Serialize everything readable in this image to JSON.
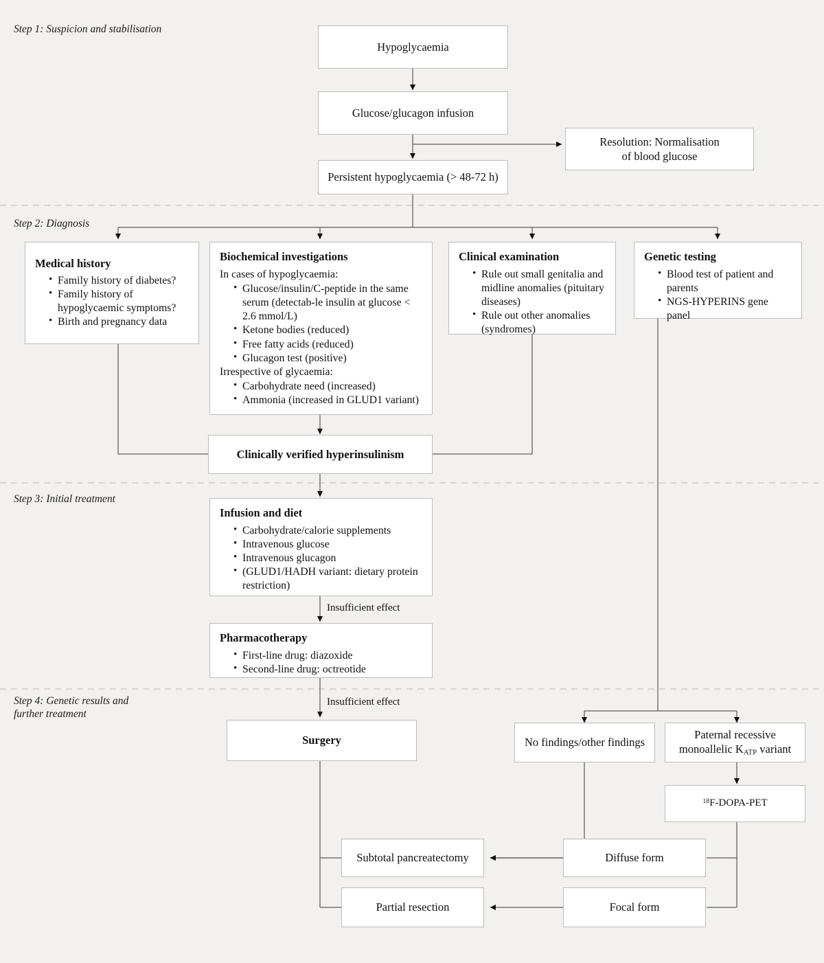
{
  "page": {
    "background": "#f2f1ef",
    "box_fill": "#ffffff",
    "box_border": "#bdbcba",
    "line_color": "#5c5c5c",
    "divider_color": "#cfcecb"
  },
  "steps": [
    {
      "id": "step1",
      "label": "Step 1: Suspicion and stabilisation"
    },
    {
      "id": "step2",
      "label": "Step 2: Diagnosis"
    },
    {
      "id": "step3",
      "label": "Step 3: Initial treatment"
    },
    {
      "id": "step4",
      "label": "Step 4: Genetic results and\nfurther treatment"
    }
  ],
  "nodes": {
    "hypoglycaemia": {
      "text": "Hypoglycaemia"
    },
    "infusion": {
      "text": "Glucose/glucagon infusion"
    },
    "persistent": {
      "text": "Persistent hypoglycaemia (> 48-72 h)"
    },
    "resolution": {
      "text": "Resolution: Normalisation\nof blood glucose"
    },
    "medical_history": {
      "title": "Medical history",
      "bullets": [
        "Family history of diabetes?",
        "Family history of hypoglycaemic symptoms?",
        "Birth and pregnancy data"
      ]
    },
    "biochemical": {
      "title": "Biochemical investigations",
      "lead1": "In cases of hypoglycaemia:",
      "bullets1": [
        "Glucose/insulin/C-peptide in the same serum (detectab-le insulin at glucose < 2.6 mmol/L)",
        "Ketone bodies (reduced)",
        "Free fatty acids (reduced)",
        "Glucagon test (positive)"
      ],
      "lead2": "Irrespective of glycaemia:",
      "bullets2": [
        "Carbohydrate need (increased)",
        "Ammonia (increased in GLUD1 variant)"
      ]
    },
    "clinical_exam": {
      "title": "Clinical examination",
      "bullets": [
        "Rule out small genitalia and midline anomalies (pituitary diseases)",
        "Rule out other anomalies (syndromes)"
      ]
    },
    "genetic_testing": {
      "title": "Genetic testing",
      "bullets": [
        "Blood test of patient and parents",
        "NGS-HYPERINS gene panel"
      ]
    },
    "verified": {
      "text": "Clinically verified hyperinsulinism"
    },
    "infusion_diet": {
      "title": "Infusion and diet",
      "bullets": [
        "Carbohydrate/calorie supplements",
        "Intravenous glucose",
        "Intravenous glucagon",
        "(GLUD1/HADH variant: dietary protein restriction)"
      ]
    },
    "pharmacotherapy": {
      "title": "Pharmacotherapy",
      "bullets": [
        "First-line drug: diazoxide",
        "Second-line drug: octreotide"
      ]
    },
    "surgery": {
      "text": "Surgery"
    },
    "no_findings": {
      "text": "No findings/other findings"
    },
    "paternal": {
      "text_before": "Paternal recessive\nmonoallelic K",
      "sub": "ATP",
      "text_after": " variant"
    },
    "fdopa": {
      "sup": "18",
      "text": "F-DOPA-PET"
    },
    "subtotal": {
      "text": "Subtotal pancreatectomy"
    },
    "partial": {
      "text": "Partial resection"
    },
    "diffuse": {
      "text": "Diffuse form"
    },
    "focal": {
      "text": "Focal form"
    }
  },
  "edge_labels": {
    "insufficient1": "Insufficient effect",
    "insufficient2": "Insufficient effect"
  }
}
